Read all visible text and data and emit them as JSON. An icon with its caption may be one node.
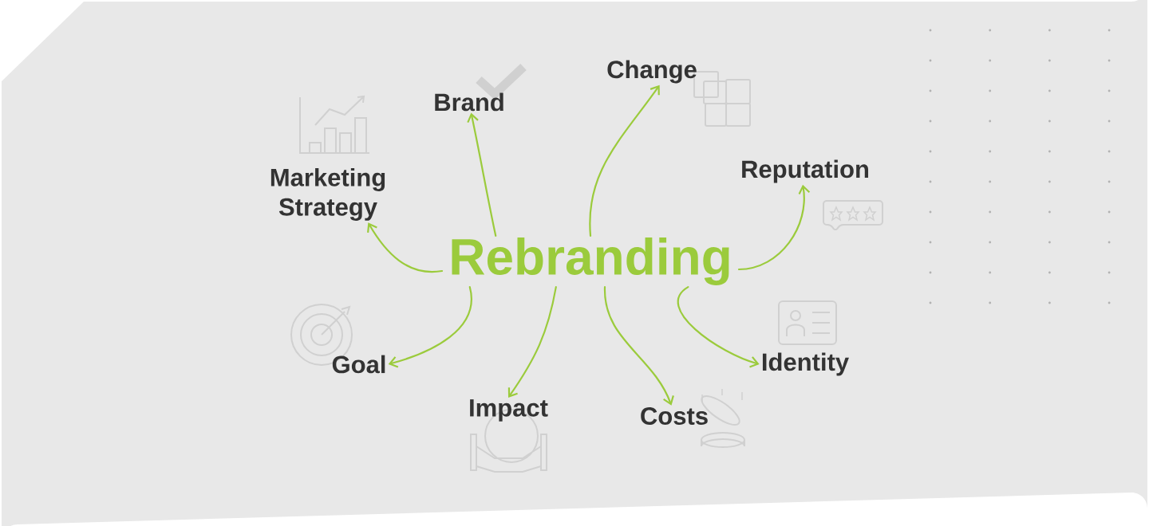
{
  "diagram": {
    "nodes": [
      {
        "text": [
          "Rebranding"
        ]
      },
      {
        "text": [
          "Marketing Strategy"
        ]
      },
      {
        "text": [
          "Brand"
        ]
      },
      {
        "text": [
          "Change"
        ]
      },
      {
        "text": [
          "Reputation"
        ]
      },
      {
        "text": [
          "Goal"
        ]
      },
      {
        "text": [
          "Impact"
        ]
      },
      {
        "text": [
          "Costs"
        ]
      },
      {
        "text": [
          "Identity"
        ]
      }
    ],
    "edges": [
      {
        "from": 0,
        "to": 1,
        "arrow": "to"
      },
      {
        "from": 0,
        "to": 2,
        "arrow": "to"
      },
      {
        "from": 0,
        "to": 3,
        "arrow": "to"
      },
      {
        "from": 0,
        "to": 4,
        "arrow": "to"
      },
      {
        "from": 0,
        "to": 5,
        "arrow": "to"
      },
      {
        "from": 0,
        "to": 6,
        "arrow": "to"
      },
      {
        "from": 0,
        "to": 7,
        "arrow": "to"
      },
      {
        "from": 0,
        "to": 8,
        "arrow": "to"
      }
    ]
  }
}
